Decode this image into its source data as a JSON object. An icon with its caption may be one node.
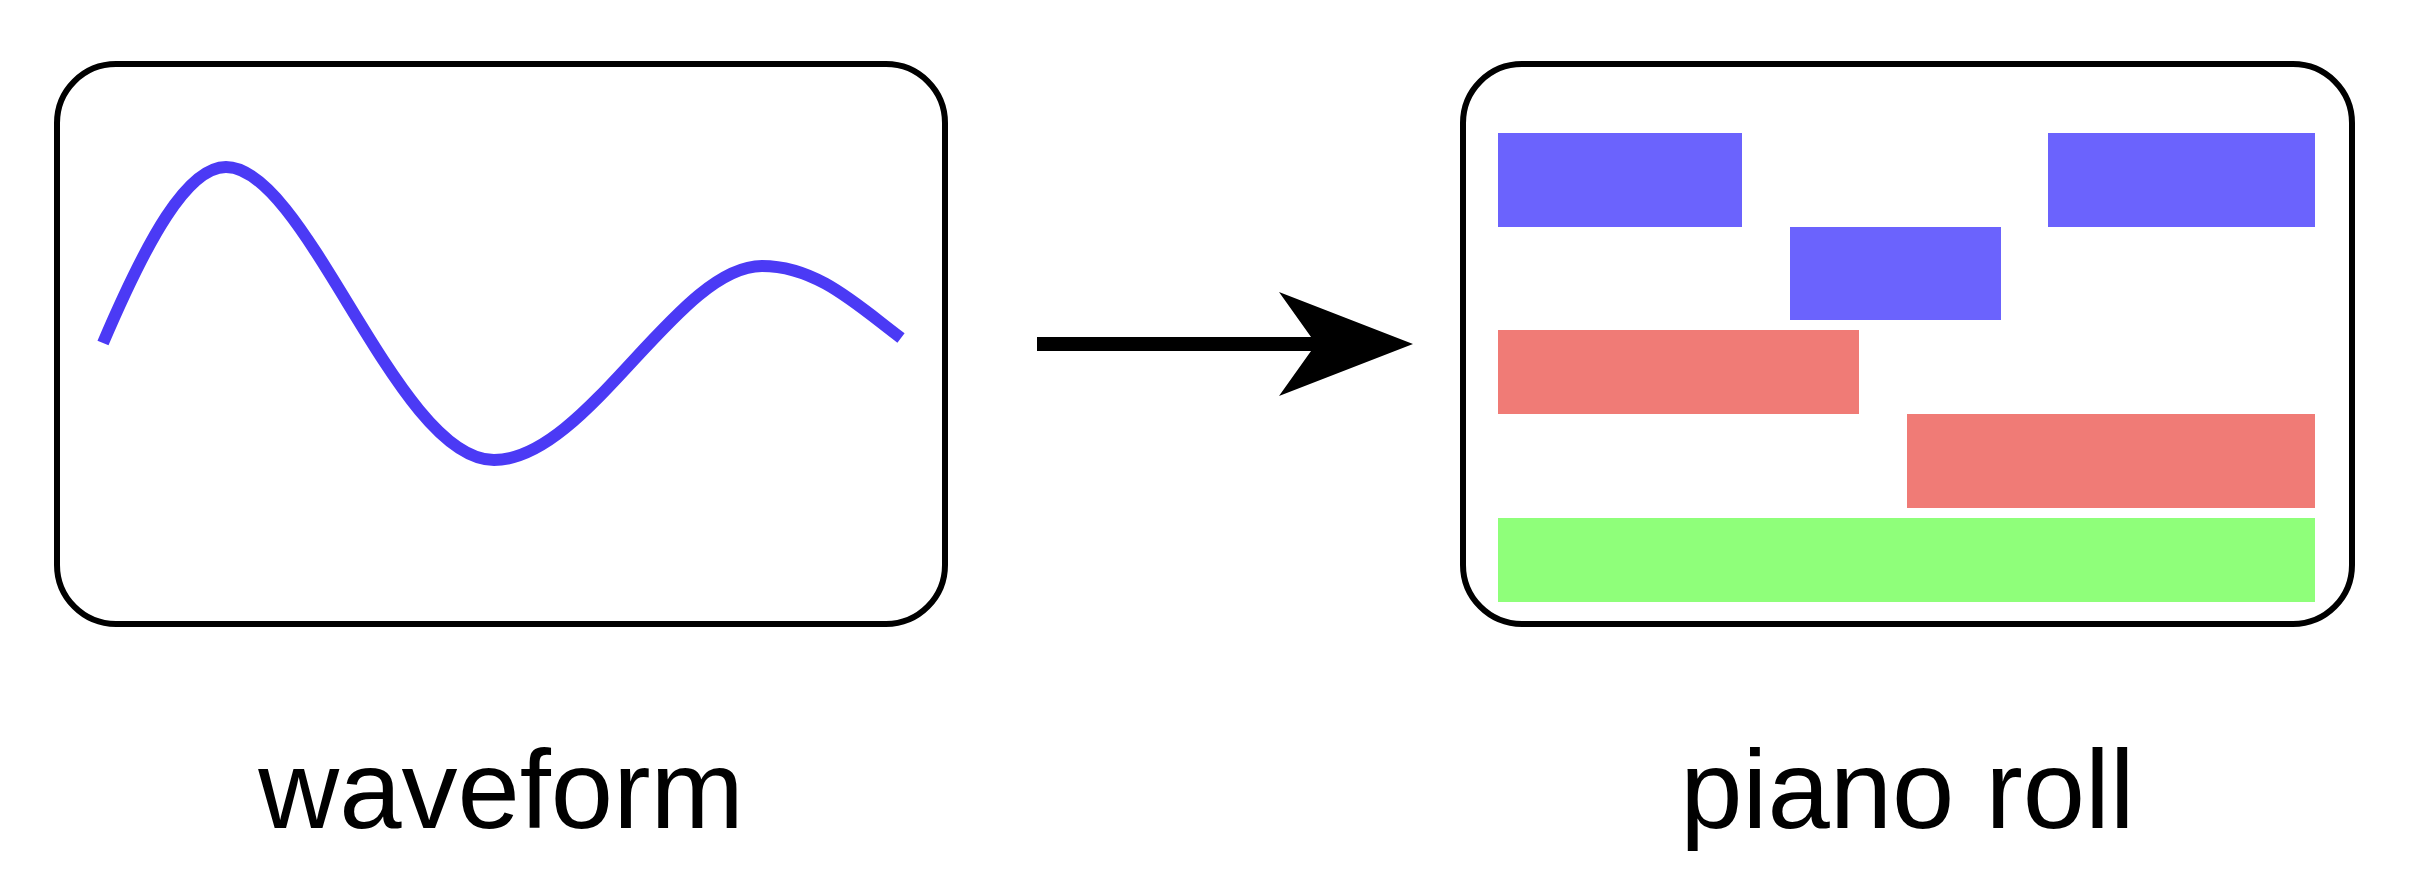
{
  "diagram": {
    "nodes": [
      {
        "text": [],
        "shape": "picture",
        "beside": [
          "waveform"
        ]
      },
      {
        "text": [],
        "shape": "picture",
        "beside": [
          "piano roll"
        ]
      }
    ],
    "edges": [
      {
        "from": 0,
        "to": 1,
        "arrow": "to"
      }
    ]
  }
}
